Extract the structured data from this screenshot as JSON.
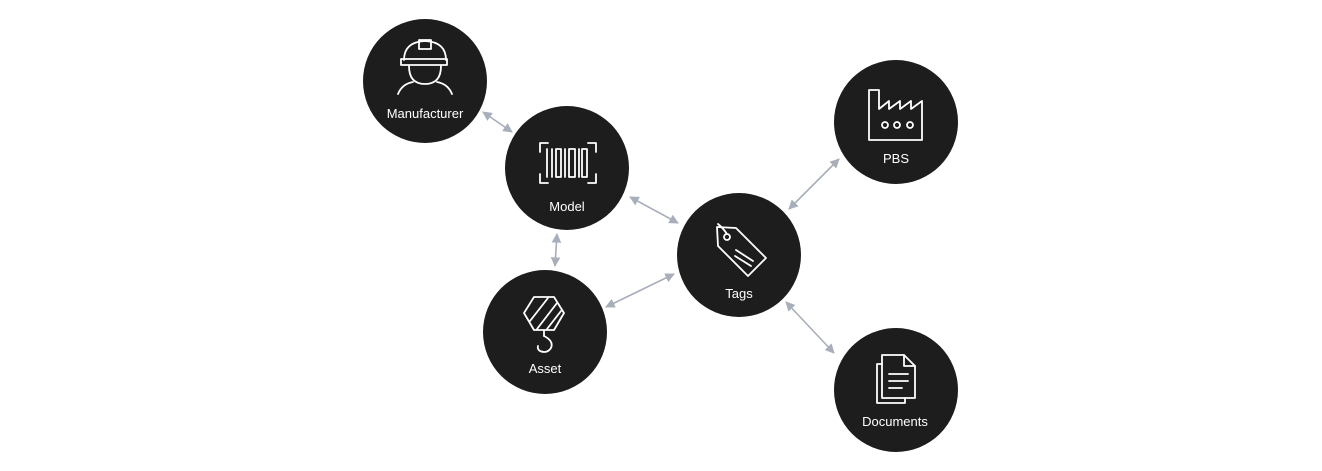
{
  "diagram": {
    "nodes": {
      "manufacturer": {
        "label": "Manufacturer",
        "icon": "worker-hardhat-icon"
      },
      "model": {
        "label": "Model",
        "icon": "barcode-icon"
      },
      "asset": {
        "label": "Asset",
        "icon": "crane-hook-icon"
      },
      "tags": {
        "label": "Tags",
        "icon": "tag-icon"
      },
      "pbs": {
        "label": "PBS",
        "icon": "factory-icon"
      },
      "documents": {
        "label": "Documents",
        "icon": "documents-icon"
      }
    },
    "connections": [
      {
        "from": "Manufacturer",
        "to": "Model",
        "direction": "bidirectional"
      },
      {
        "from": "Model",
        "to": "Asset",
        "direction": "bidirectional"
      },
      {
        "from": "Model",
        "to": "Tags",
        "direction": "bidirectional"
      },
      {
        "from": "Asset",
        "to": "Tags",
        "direction": "bidirectional"
      },
      {
        "from": "Tags",
        "to": "PBS",
        "direction": "bidirectional"
      },
      {
        "from": "Tags",
        "to": "Documents",
        "direction": "bidirectional"
      }
    ],
    "colors": {
      "node_fill": "#1d1d1d",
      "node_text": "#ffffff",
      "connector": "#a8afba",
      "background": "#ffffff"
    }
  }
}
